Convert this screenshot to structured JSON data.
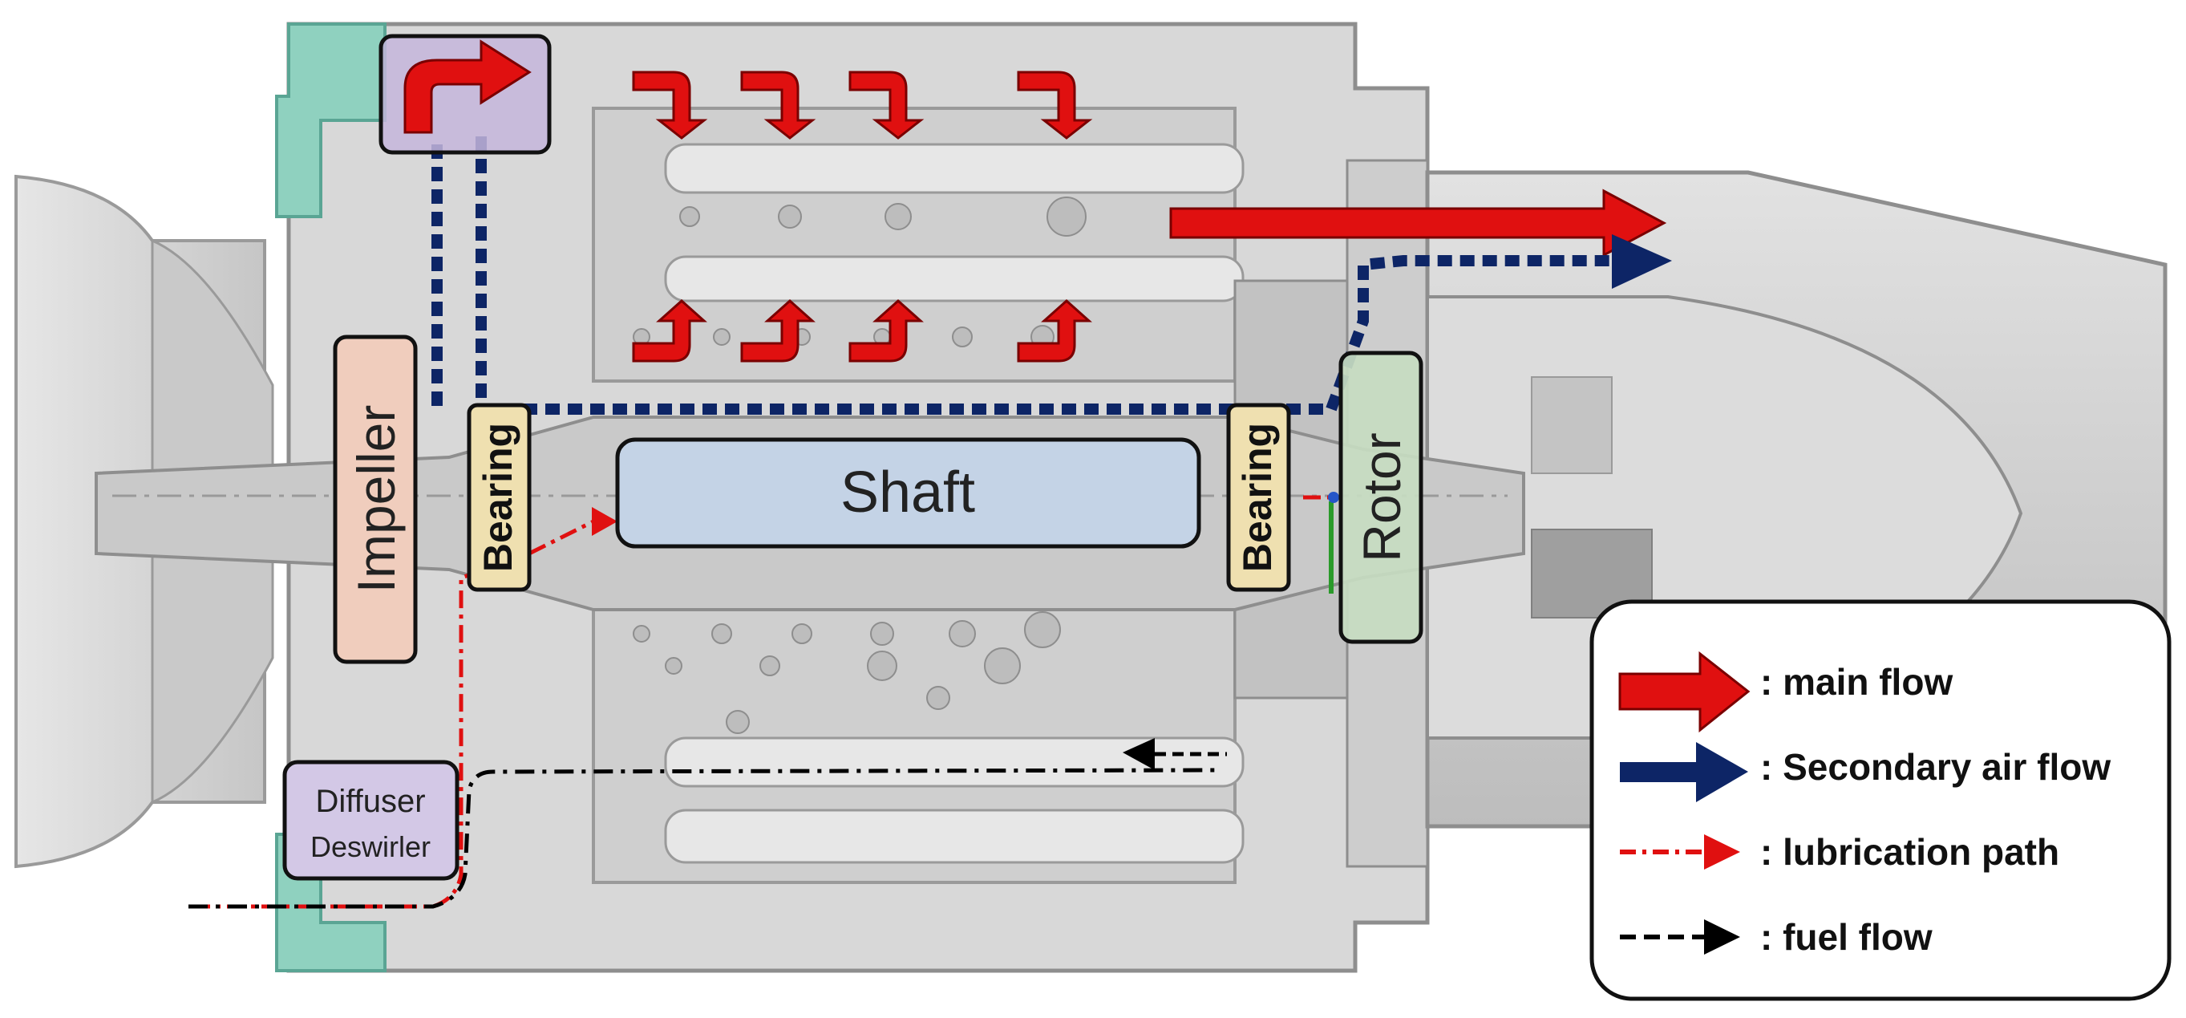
{
  "components": {
    "impeller": "Impeller",
    "bearing_front": "Bearing",
    "bearing_rear": "Bearing",
    "shaft": "Shaft",
    "rotor": "Rotor",
    "diffuser": "Diffuser",
    "deswirler": "Deswirler"
  },
  "legend": {
    "items": [
      {
        "label": ": main flow",
        "symbol": "red-thick-arrow",
        "color": "#e01010"
      },
      {
        "label": ": Secondary air flow",
        "symbol": "navy-arrow",
        "color": "#0d2566"
      },
      {
        "label": ": lubrication path",
        "symbol": "red-dash-dot-arrow",
        "color": "#e01010"
      },
      {
        "label": ": fuel flow",
        "symbol": "black-dash-arrow",
        "color": "#000000"
      }
    ]
  },
  "colors": {
    "engine_body": "#d6d6d6",
    "engine_dark": "#b3b3b3",
    "impeller_box": "#f0cdbd",
    "bearing_box": "#efe0b0",
    "shaft_box": "#c4d3e6",
    "rotor_box": "#c7dcc1",
    "diffuser_box": "#d3c8e6",
    "teal_housing": "#8fd1bf"
  }
}
